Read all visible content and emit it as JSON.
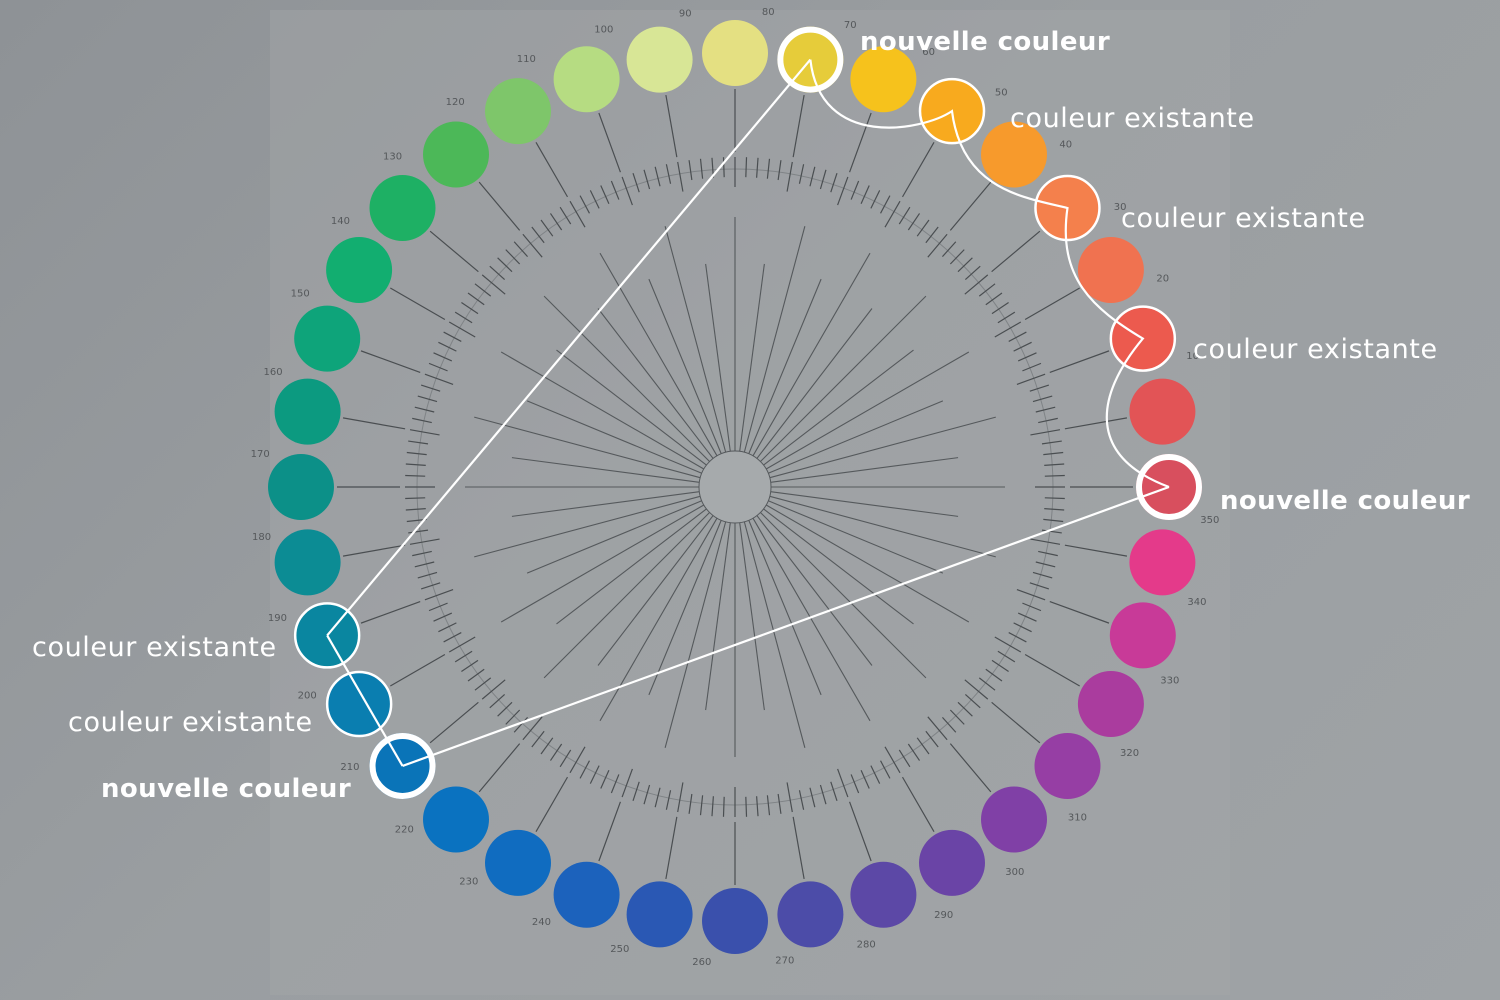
{
  "wheel": {
    "swatches": [
      {
        "hue": "0",
        "label": "",
        "color": "#d84f5e"
      },
      {
        "hue": "10",
        "label": "10",
        "color": "#e25456"
      },
      {
        "hue": "20",
        "label": "20",
        "color": "#ec5a4e"
      },
      {
        "hue": "30",
        "label": "30",
        "color": "#f07250"
      },
      {
        "hue": "40",
        "label": "40",
        "color": "#f4804c"
      },
      {
        "hue": "50",
        "label": "50",
        "color": "#f79a2c"
      },
      {
        "hue": "60",
        "label": "60",
        "color": "#f8aa1e"
      },
      {
        "hue": "70",
        "label": "70",
        "color": "#f6c21c"
      },
      {
        "hue": "80",
        "label": "80",
        "color": "#e6cc3a"
      },
      {
        "hue": "90",
        "label": "90",
        "color": "#e4e082"
      },
      {
        "hue": "100",
        "label": "100",
        "color": "#d8e696"
      },
      {
        "hue": "110",
        "label": "110",
        "color": "#b6dc82"
      },
      {
        "hue": "120",
        "label": "120",
        "color": "#7ec66a"
      },
      {
        "hue": "130",
        "label": "130",
        "color": "#4cb858"
      },
      {
        "hue": "140",
        "label": "140",
        "color": "#1eb064"
      },
      {
        "hue": "150",
        "label": "150",
        "color": "#12ae70"
      },
      {
        "hue": "160",
        "label": "160",
        "color": "#0ea47a"
      },
      {
        "hue": "170",
        "label": "170",
        "color": "#0c9a80"
      },
      {
        "hue": "180",
        "label": "180",
        "color": "#0c9088"
      },
      {
        "hue": "190",
        "label": "190",
        "color": "#0c8c94"
      },
      {
        "hue": "200",
        "label": "200",
        "color": "#0a86a0"
      },
      {
        "hue": "210",
        "label": "210",
        "color": "#0a7eb0"
      },
      {
        "hue": "220",
        "label": "220",
        "color": "#0a74b8"
      },
      {
        "hue": "230",
        "label": "230",
        "color": "#0a72c0"
      },
      {
        "hue": "240",
        "label": "240",
        "color": "#106cc0"
      },
      {
        "hue": "250",
        "label": "250",
        "color": "#1c62bc"
      },
      {
        "hue": "260",
        "label": "260",
        "color": "#2a58b4"
      },
      {
        "hue": "270",
        "label": "270",
        "color": "#3a50ac"
      },
      {
        "hue": "280",
        "label": "280",
        "color": "#4c4ca8"
      },
      {
        "hue": "290",
        "label": "290",
        "color": "#5c48a6"
      },
      {
        "hue": "300",
        "label": "300",
        "color": "#6a44a6"
      },
      {
        "hue": "310",
        "label": "310",
        "color": "#8040a6"
      },
      {
        "hue": "320",
        "label": "320",
        "color": "#963ea4"
      },
      {
        "hue": "330",
        "label": "330",
        "color": "#aa3c9e"
      },
      {
        "hue": "340",
        "label": "340",
        "color": "#c83a98"
      },
      {
        "hue": "350",
        "label": "350",
        "color": "#e43a8a"
      }
    ]
  },
  "annotations": {
    "new_color_label": "nouvelle couleur",
    "existing_color_label": "couleur existante",
    "highlight_color": "#ffffff",
    "new_color_hues": [
      "80",
      "0",
      "220"
    ],
    "existing_color_hues": [
      "60",
      "40",
      "20",
      "200",
      "210"
    ]
  }
}
